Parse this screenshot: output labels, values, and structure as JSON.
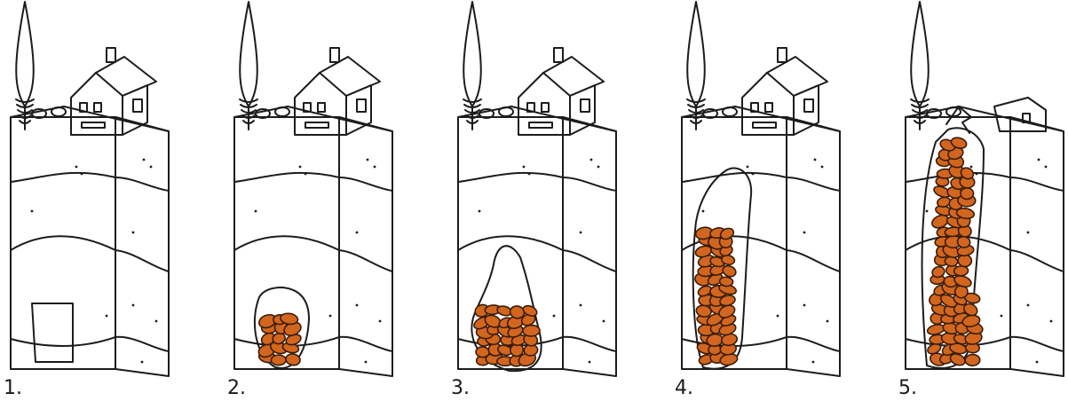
{
  "figure": {
    "panels": [
      {
        "label": "1.",
        "stage": "void"
      },
      {
        "label": "2.",
        "stage": "small-collapse"
      },
      {
        "label": "3.",
        "stage": "dome"
      },
      {
        "label": "4.",
        "stage": "tall-chimney"
      },
      {
        "label": "5.",
        "stage": "surface-collapse"
      }
    ]
  },
  "colors": {
    "ink": "#1c1c1c",
    "rubble_fill": "#d2661f",
    "rubble_edge": "#3a1c08",
    "block": "#ffffff",
    "background": "#ffffff"
  },
  "icons": [
    "tree-icon",
    "house-icon",
    "rubble-icon"
  ]
}
